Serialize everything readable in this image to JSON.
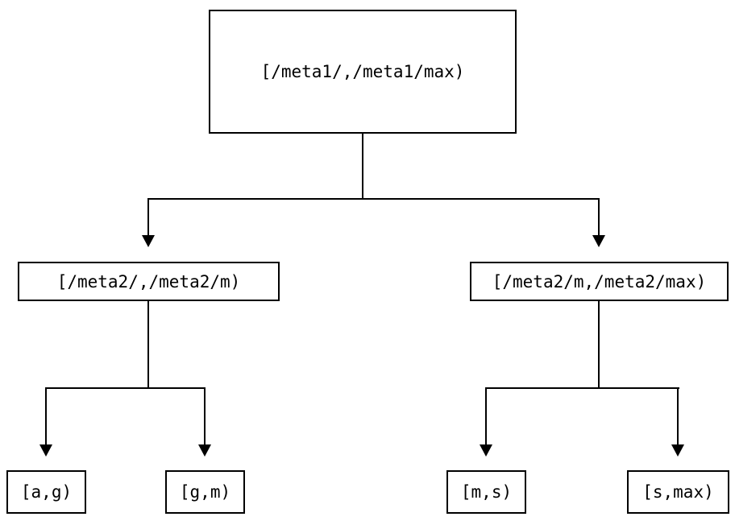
{
  "colors": {
    "background": "#ffffff",
    "line": "#000000",
    "text": "#000000"
  },
  "icons": {
    "arrowhead_down": "▼"
  },
  "tree": {
    "root": {
      "label": "[/meta1/,/meta1/max)"
    },
    "children": [
      {
        "label": "[/meta2/,/meta2/m)",
        "children": [
          {
            "label": "[a,g)"
          },
          {
            "label": "[g,m)"
          }
        ]
      },
      {
        "label": "[/meta2/m,/meta2/max)",
        "children": [
          {
            "label": "[m,s)"
          },
          {
            "label": "[s,max)"
          }
        ]
      }
    ]
  }
}
